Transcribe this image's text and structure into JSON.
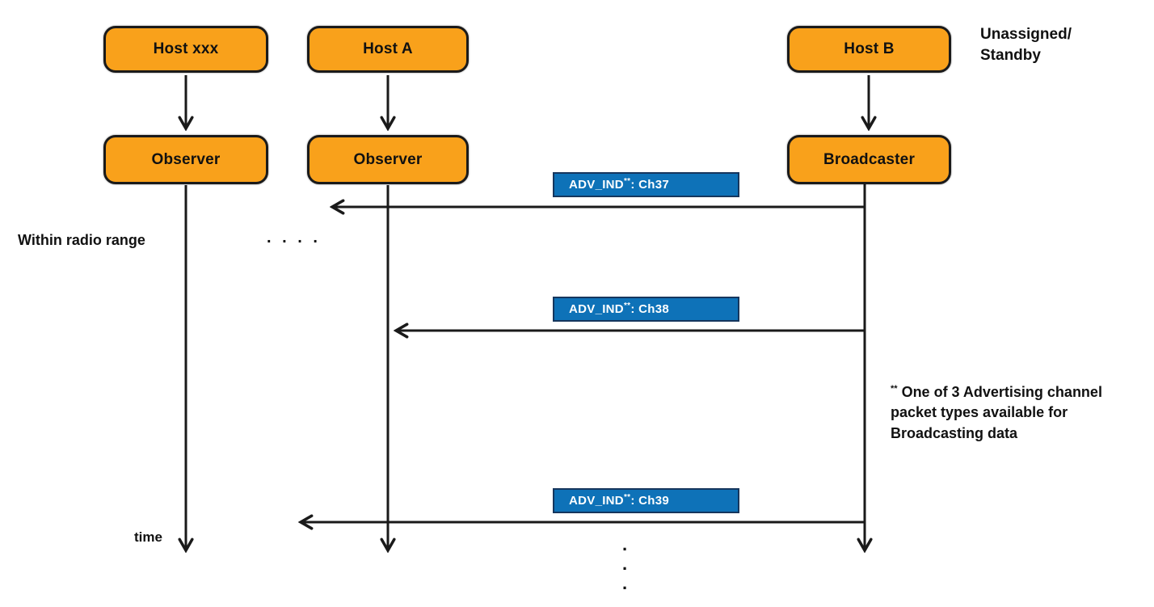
{
  "colors": {
    "node_fill": "#F9A11B",
    "node_border": "#1A1A1A",
    "message_fill": "#0E72B8",
    "message_border": "#16365D",
    "message_text": "#FFFFFF",
    "line": "#1A1A1A"
  },
  "columns": [
    {
      "host": "Host xxx",
      "role": "Observer"
    },
    {
      "host": "Host A",
      "role": "Observer"
    },
    {
      "host": "Host B",
      "role": "Broadcaster"
    }
  ],
  "state_note": "Unassigned/\nStandby",
  "messages": [
    {
      "name": "ADV_IND",
      "marker": "**",
      "channel": ": Ch37"
    },
    {
      "name": "ADV_IND",
      "marker": "**",
      "channel": ": Ch38"
    },
    {
      "name": "ADV_IND",
      "marker": "**",
      "channel": ": Ch39"
    }
  ],
  "annotations": {
    "radio_range": "Within radio range",
    "row_ellipsis": ". . . .",
    "footnote_marker": "**",
    "footnote_text": " One of 3 Advertising channel packet types available for Broadcasting data",
    "time": "time",
    "bottom_ellipsis": ".\n.\n."
  }
}
